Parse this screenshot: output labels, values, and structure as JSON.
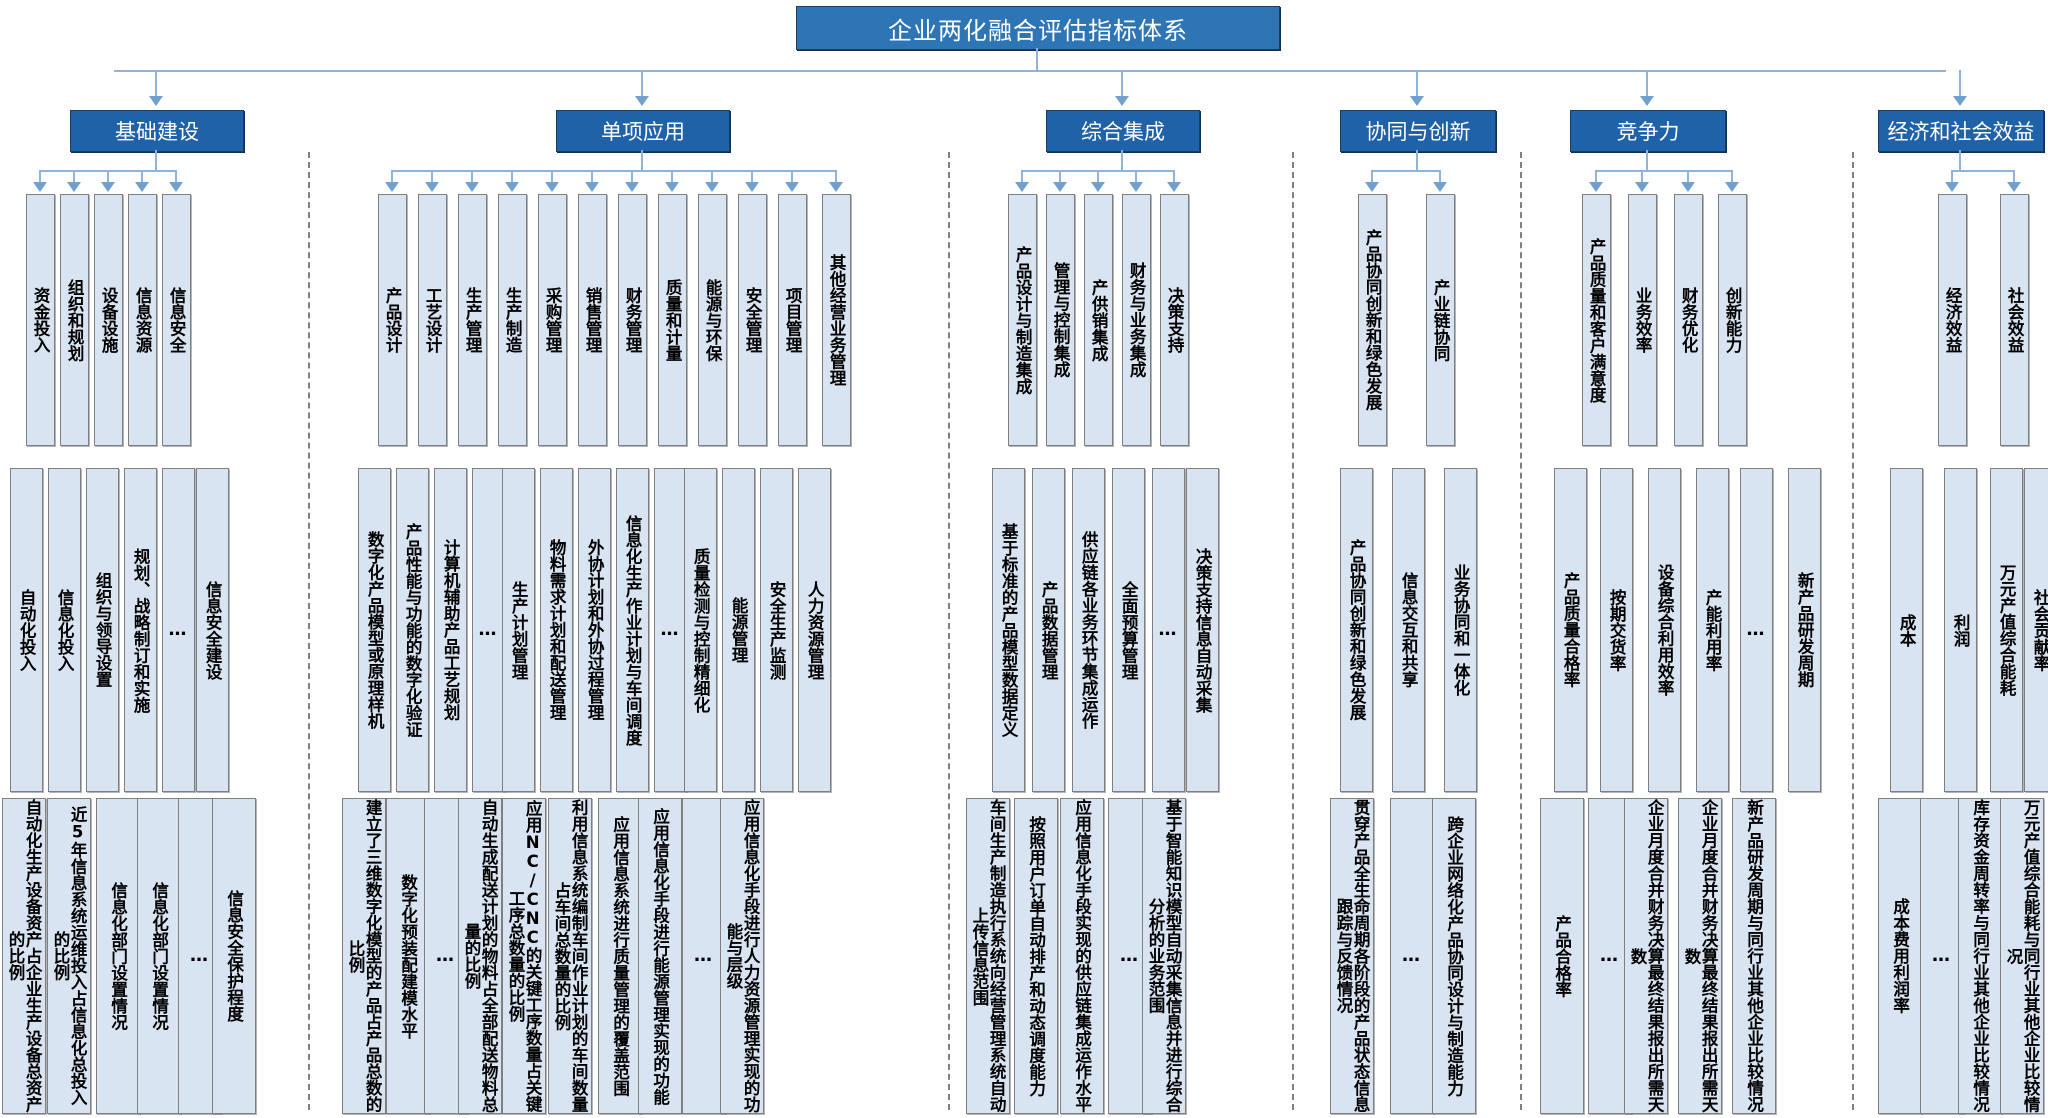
{
  "title": "企业两化融合评估指标体系",
  "columns": [
    {
      "id": "jichu",
      "label": "基础建设",
      "level2": [
        "资金投入",
        "组织和规划",
        "设备设施",
        "信息资源",
        "信息安全"
      ],
      "level3": [
        "自动化投入",
        "信息化投入",
        "组织与领导设置",
        "规划、战略制订和实施",
        "…",
        "信息安全建设"
      ],
      "level4": [
        "自动化生产设备资产占企业生产设备总资产的比例",
        "近5年信息系统运维投入占信息化总投入的比例",
        "信息化部门设置情况",
        "信息化部门设置情况",
        "…",
        "信息安全保护程度"
      ]
    },
    {
      "id": "danxiang",
      "label": "单项应用",
      "level2": [
        "产品设计",
        "工艺设计",
        "生产管理",
        "生产制造",
        "采购管理",
        "销售管理",
        "财务管理",
        "质量和计量",
        "能源与环保",
        "安全管理",
        "项目管理",
        "其他经营业务管理"
      ],
      "level3": [
        "数字化产品模型或原理样机",
        "产品性能与功能的数字化验证",
        "计算机辅助产品工艺规划",
        "…",
        "生产计划管理",
        "物料需求计划和配送管理",
        "外协计划和外协过程管理",
        "信息化生产作业计划与车间调度",
        "…",
        "质量检测与控制精细化",
        "能源管理",
        "安全生产监测",
        "人力资源管理"
      ],
      "level4": [
        "建立了三维数字化模型的产品占产品总数的比例",
        "数字化预装配建模水平",
        "…",
        "自动生成配送计划的物料占全部配送物料总量的比例",
        "应用NC/CNC的关键工序数量占关键工序总数量的比例",
        "利用信息系统编制车间作业计划的车间数量占车间总数量的比例",
        "应用信息系统进行质量管理的覆盖范围",
        "应用信息化手段进行能源管理实现的功能",
        "…",
        "应用信息化手段进行人力资源管理实现的功能与层级"
      ]
    },
    {
      "id": "zonghe",
      "label": "综合集成",
      "level2": [
        "产品设计与制造集成",
        "管理与控制集成",
        "产供销集成",
        "财务与业务集成",
        "决策支持"
      ],
      "level3": [
        "基于标准的产品模型数据定义",
        "产品数据管理",
        "供应链各业务环节集成运作",
        "全面预算管理",
        "…",
        "决策支持信息自动采集"
      ],
      "level4": [
        "车间生产制造执行系统向经营管理系统自动上传信息范围",
        "按照用户订单自动排产和动态调度能力",
        "应用信息化手段实现的供应链集成运作水平",
        "…",
        "基于智能知识模型自动采集信息并进行综合分析的业务范围"
      ]
    },
    {
      "id": "xietong",
      "label": "协同与创新",
      "level2": [
        "产品协同创新和绿色发展",
        "产业链协同"
      ],
      "level3": [
        "产品协同创新和绿色发展",
        "信息交互和共享",
        "业务协同和一体化"
      ],
      "level4": [
        "贯穿产品全生命周期各阶段的产品状态信息跟踪与反馈情况",
        "…",
        "跨企业网络化产品协同设计与制造能力"
      ]
    },
    {
      "id": "jingzheng",
      "label": "竞争力",
      "level2": [
        "产品质量和客户满意度",
        "业务效率",
        "财务优化",
        "创新能力"
      ],
      "level3": [
        "产品质量合格率",
        "按期交货率",
        "设备综合利用效率",
        "产能利用率",
        "…",
        "新产品研发周期"
      ],
      "level4": [
        "产品合格率",
        "…",
        "企业月度合并财务决算最终结果报出所需天数",
        "企业月度合并财务决算最终结果报出所需天数",
        "新产品研发周期与同行业其他企业比较情况"
      ]
    },
    {
      "id": "jingji",
      "label": "经济和社会效益",
      "level2": [
        "经济效益",
        "社会效益"
      ],
      "level3": [
        "成本",
        "利润",
        "万元产值综合能耗",
        "社会贡献率"
      ],
      "level4": [
        "成本费用利润率",
        "…",
        "库存资金周转率与同行业其他企业比较情况",
        "万元产值综合能耗与同行业其他企业比较情况"
      ]
    }
  ],
  "colors": {
    "root_fill": "#2E75B6",
    "l1_fill": "#1F62A8",
    "node_fill": "#D9E4F2",
    "node_border": "#7F7F7F",
    "connector": "#8EB4DB",
    "text_light": "#FFFFFF",
    "text_dark": "#000000"
  }
}
